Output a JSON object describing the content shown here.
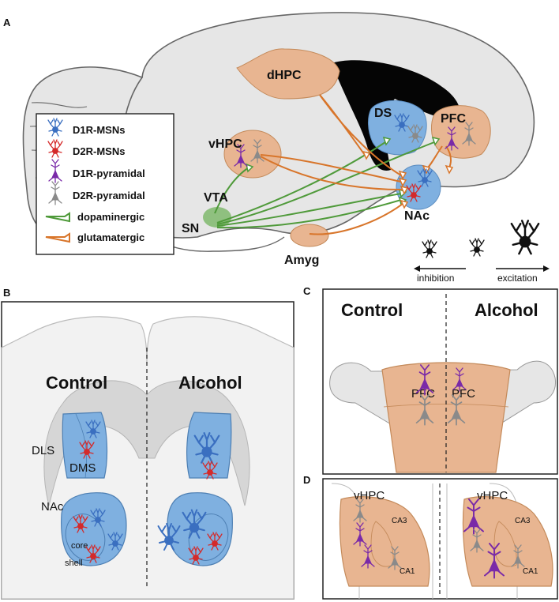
{
  "panels": {
    "a": "A",
    "b": "B",
    "c": "C",
    "d": "D"
  },
  "panel_a": {
    "regions": {
      "dhpc": "dHPC",
      "ds": "DS",
      "pfc": "PFC",
      "vhpc": "vHPC",
      "vta": "VTA",
      "sn": "SN",
      "nac": "NAc",
      "amyg": "Amyg"
    },
    "legend": [
      {
        "label": "D1R-MSNs",
        "color": "#3a6fc0",
        "icon": "neuron-icon"
      },
      {
        "label": "D2R-MSNs",
        "color": "#d42a2a",
        "icon": "neuron-icon"
      },
      {
        "label": "D1R-pyramidal",
        "color": "#7a2aa8",
        "icon": "neuron-icon"
      },
      {
        "label": "D2R-pyramidal",
        "color": "#8a8a8a",
        "icon": "neuron-icon"
      },
      {
        "label": "dopaminergic",
        "color": "#4f9a3a",
        "icon": "projection-icon"
      },
      {
        "label": "glutamatergic",
        "color": "#d8752a",
        "icon": "projection-icon"
      }
    ],
    "scale": {
      "inhibition": "inhibition",
      "excitation": "excitation"
    }
  },
  "panel_b": {
    "control": "Control",
    "alcohol": "Alcohol",
    "dls": "DLS",
    "dms": "DMS",
    "nac": "NAc",
    "core": "core",
    "shell": "shell"
  },
  "panel_c": {
    "control": "Control",
    "alcohol": "Alcohol",
    "pfc_left": "PFC",
    "pfc_right": "PFC"
  },
  "panel_d": {
    "vhpc_left": "vHPC",
    "vhpc_right": "vHPC",
    "ca3_left": "CA3",
    "ca3_right": "CA3",
    "ca1_left": "CA1",
    "ca1_right": "CA1"
  },
  "colors": {
    "region_orange": "#e8b591",
    "region_blue": "#7fb0e0",
    "tissue_gray": "#e6e6e6",
    "glutamatergic": "#d8752a",
    "dopaminergic": "#4f9a3a"
  }
}
